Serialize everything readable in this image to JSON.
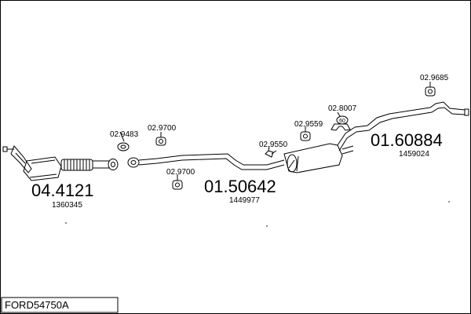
{
  "title": "FORD54750A",
  "parts": {
    "catalytic": {
      "code": "04.4121",
      "oe": "1360345"
    },
    "middle": {
      "code": "01.50642",
      "oe": "1449977"
    },
    "rear": {
      "code": "01.60884",
      "oe": "1459024"
    }
  },
  "fittings": {
    "f1": "02.9483",
    "f2": "02.9700",
    "f3": "02.9700",
    "f4": "02.9550",
    "f5": "02.9559",
    "f6": "02.8007",
    "f6_badge": "60",
    "f7": "02.9685"
  },
  "colors": {
    "line": "#000000",
    "background": "#ffffff"
  }
}
